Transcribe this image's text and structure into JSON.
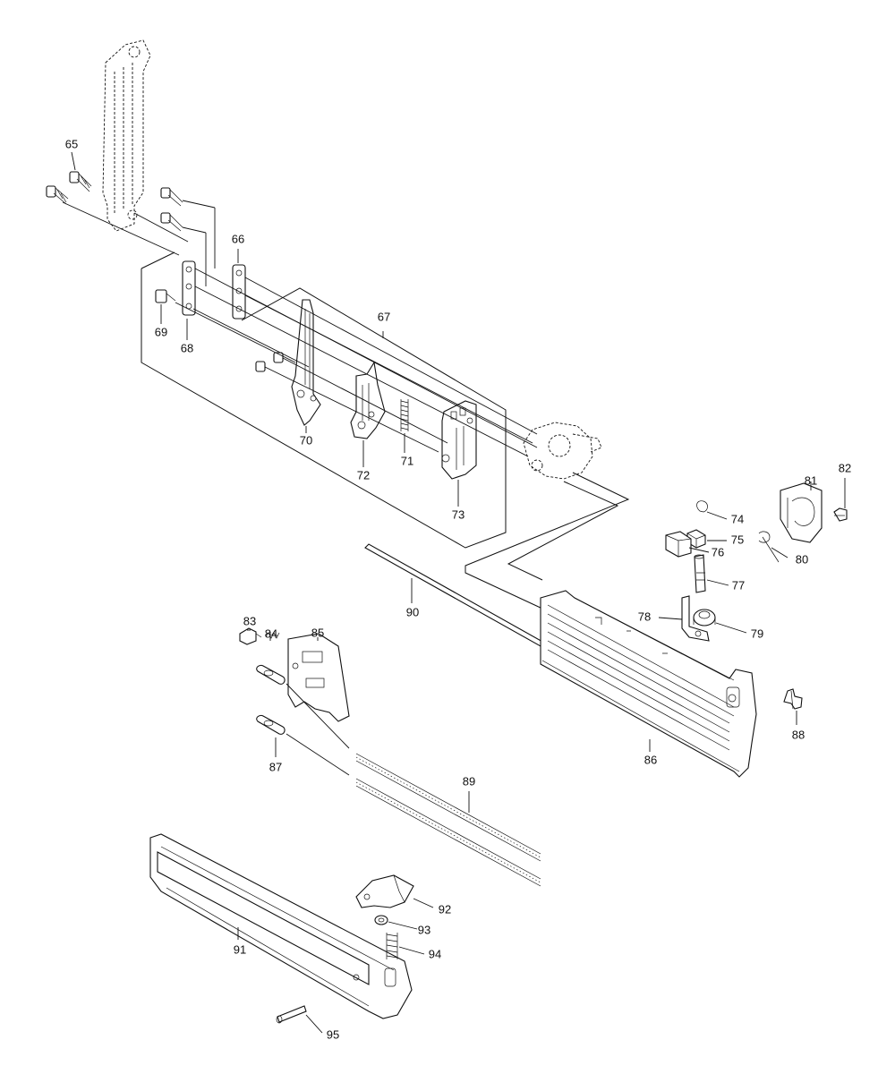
{
  "parts": [
    {
      "id": "p65",
      "label": "65"
    },
    {
      "id": "p66",
      "label": "66"
    },
    {
      "id": "p67",
      "label": "67"
    },
    {
      "id": "p68",
      "label": "68"
    },
    {
      "id": "p69",
      "label": "69"
    },
    {
      "id": "p70",
      "label": "70"
    },
    {
      "id": "p71",
      "label": "71"
    },
    {
      "id": "p72",
      "label": "72"
    },
    {
      "id": "p73",
      "label": "73"
    },
    {
      "id": "p74",
      "label": "74"
    },
    {
      "id": "p75",
      "label": "75"
    },
    {
      "id": "p76",
      "label": "76"
    },
    {
      "id": "p77",
      "label": "77"
    },
    {
      "id": "p78",
      "label": "78"
    },
    {
      "id": "p79",
      "label": "79"
    },
    {
      "id": "p80",
      "label": "80"
    },
    {
      "id": "p81",
      "label": "81"
    },
    {
      "id": "p82",
      "label": "82"
    },
    {
      "id": "p83",
      "label": "83"
    },
    {
      "id": "p84",
      "label": "84"
    },
    {
      "id": "p85",
      "label": "85"
    },
    {
      "id": "p86",
      "label": "86"
    },
    {
      "id": "p87",
      "label": "87"
    },
    {
      "id": "p88",
      "label": "88"
    },
    {
      "id": "p89",
      "label": "89"
    },
    {
      "id": "p90",
      "label": "90"
    },
    {
      "id": "p91",
      "label": "91"
    },
    {
      "id": "p92",
      "label": "92"
    },
    {
      "id": "p93",
      "label": "93"
    },
    {
      "id": "p94",
      "label": "94"
    },
    {
      "id": "p95",
      "label": "95"
    }
  ],
  "colors": {
    "line": "#111111",
    "background": "#ffffff"
  }
}
